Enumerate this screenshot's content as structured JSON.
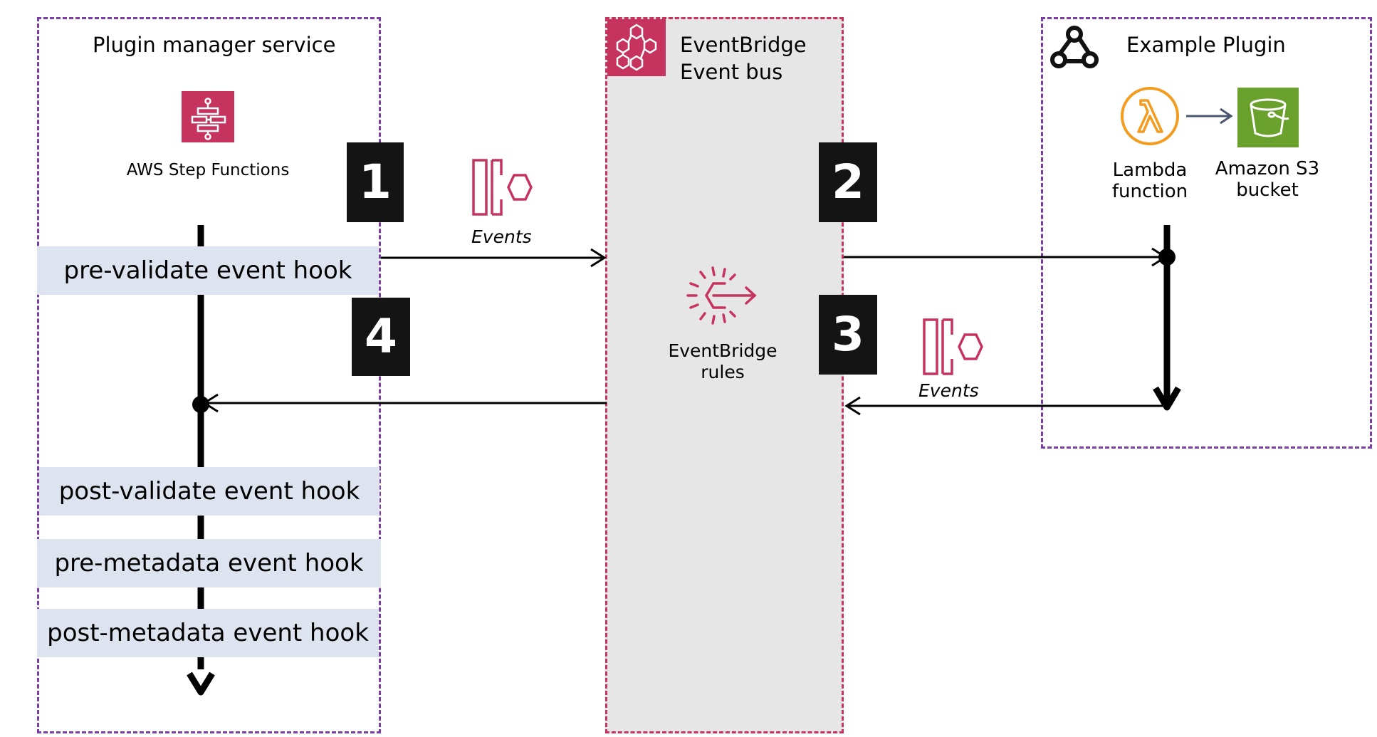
{
  "plugin_manager": {
    "title": "Plugin manager service",
    "step_functions_label": "AWS Step Functions",
    "hooks": [
      "pre-validate event hook",
      "post-validate event hook",
      "pre-metadata event hook",
      "post-metadata event hook"
    ]
  },
  "event_bus": {
    "title_line1": "EventBridge",
    "title_line2": "Event bus",
    "rules_line1": "EventBridge",
    "rules_line2": "rules"
  },
  "example_plugin": {
    "title": "Example Plugin",
    "lambda_line1": "Lambda",
    "lambda_line2": "function",
    "s3_line1": "Amazon S3",
    "s3_line2": "bucket"
  },
  "steps": [
    "1",
    "2",
    "3",
    "4"
  ],
  "events_label": "Events",
  "colors": {
    "plugin_frame": "#7b3fa3",
    "bus_frame": "#c7335f",
    "bus_fill": "#e6e6e6",
    "pink_icon": "#c7335f",
    "lambda_orange": "#f39c1f",
    "s3_green": "#6aa12c",
    "hook_fill": "#dde4f0",
    "step_fill": "#141414"
  },
  "icons": [
    "step-functions-icon",
    "eventbridge-bus-icon",
    "webhook-icon",
    "lambda-icon",
    "s3-bucket-icon",
    "events-icon",
    "eventbridge-rules-icon"
  ]
}
